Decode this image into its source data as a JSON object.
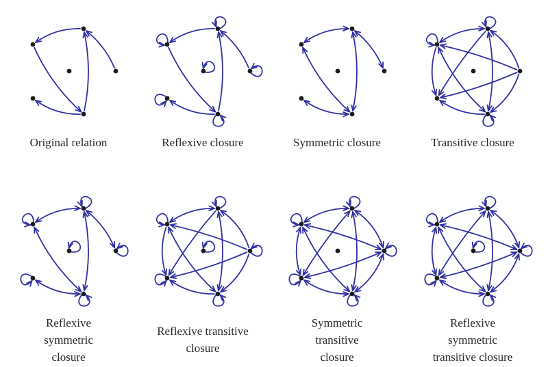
{
  "figure": {
    "edge_color": "#3030a2",
    "node_color": "#1c1a1a",
    "label_color": "#29242a",
    "nodes": [
      {
        "id": "T",
        "name": "top"
      },
      {
        "id": "UL",
        "name": "upper-left"
      },
      {
        "id": "C",
        "name": "center"
      },
      {
        "id": "R",
        "name": "right"
      },
      {
        "id": "LL",
        "name": "lower-left"
      },
      {
        "id": "B",
        "name": "bottom"
      }
    ],
    "graphs": [
      {
        "id": "original-relation",
        "label": "Original relation",
        "edges": [
          [
            "T",
            "UL",
            "s",
            13
          ],
          [
            "UL",
            "B",
            "s",
            13
          ],
          [
            "B",
            "T",
            "s",
            13
          ],
          [
            "R",
            "T",
            "s",
            10
          ],
          [
            "B",
            "LL",
            "s",
            13
          ]
        ],
        "loops": []
      },
      {
        "id": "reflexive-closure",
        "label": "Reflexive closure",
        "edges": [
          [
            "T",
            "UL",
            "s",
            13
          ],
          [
            "UL",
            "B",
            "s",
            13
          ],
          [
            "B",
            "T",
            "s",
            13
          ],
          [
            "R",
            "T",
            "s",
            10
          ],
          [
            "B",
            "LL",
            "s",
            13
          ]
        ],
        "loops": [
          "T",
          "UL",
          "C",
          "R",
          "LL",
          "B"
        ]
      },
      {
        "id": "symmetric-closure",
        "label": "Symmetric closure",
        "edges": [
          [
            "T",
            "UL",
            "d",
            13
          ],
          [
            "UL",
            "B",
            "d",
            13
          ],
          [
            "B",
            "T",
            "d",
            13
          ],
          [
            "R",
            "T",
            "d",
            10
          ],
          [
            "B",
            "LL",
            "d",
            13
          ]
        ],
        "loops": []
      },
      {
        "id": "transitive-closure",
        "label": "Transitive closure",
        "edges": [
          [
            "T",
            "UL",
            "d",
            13
          ],
          [
            "UL",
            "B",
            "d",
            13
          ],
          [
            "B",
            "T",
            "d",
            13
          ],
          [
            "R",
            "T",
            "s",
            13
          ],
          [
            "R",
            "UL",
            "s",
            6
          ],
          [
            "R",
            "B",
            "s",
            13
          ],
          [
            "R",
            "LL",
            "s",
            6
          ],
          [
            "T",
            "LL",
            "s",
            6
          ],
          [
            "UL",
            "LL",
            "s",
            13
          ],
          [
            "B",
            "LL",
            "s",
            13
          ]
        ],
        "loops": [
          "T",
          "UL",
          "B"
        ]
      },
      {
        "id": "reflexive-symmetric-closure",
        "label": "Reflexive\nsymmetric\nclosure",
        "edges": [
          [
            "T",
            "UL",
            "d",
            13
          ],
          [
            "UL",
            "B",
            "d",
            13
          ],
          [
            "B",
            "T",
            "d",
            13
          ],
          [
            "R",
            "T",
            "d",
            10
          ],
          [
            "B",
            "LL",
            "d",
            13
          ]
        ],
        "loops": [
          "T",
          "UL",
          "C",
          "R",
          "LL",
          "B"
        ]
      },
      {
        "id": "reflexive-transitive-closure",
        "label": "Reflexive transitive\nclosure",
        "edges": [
          [
            "T",
            "UL",
            "d",
            13
          ],
          [
            "UL",
            "B",
            "d",
            13
          ],
          [
            "B",
            "T",
            "d",
            13
          ],
          [
            "R",
            "T",
            "s",
            13
          ],
          [
            "R",
            "UL",
            "s",
            6
          ],
          [
            "R",
            "B",
            "s",
            13
          ],
          [
            "R",
            "LL",
            "s",
            6
          ],
          [
            "T",
            "LL",
            "s",
            6
          ],
          [
            "UL",
            "LL",
            "s",
            13
          ],
          [
            "B",
            "LL",
            "s",
            13
          ]
        ],
        "loops": [
          "T",
          "UL",
          "C",
          "R",
          "LL",
          "B"
        ]
      },
      {
        "id": "symmetric-transitive-closure",
        "label": "Symmetric\ntransitive\nclosure",
        "edges": [
          [
            "T",
            "UL",
            "d",
            13
          ],
          [
            "UL",
            "LL",
            "d",
            13
          ],
          [
            "LL",
            "B",
            "d",
            13
          ],
          [
            "B",
            "R",
            "d",
            13
          ],
          [
            "R",
            "T",
            "d",
            13
          ],
          [
            "T",
            "B",
            "d",
            13
          ],
          [
            "UL",
            "B",
            "d",
            13
          ],
          [
            "T",
            "LL",
            "d",
            6
          ],
          [
            "UL",
            "R",
            "d",
            6
          ],
          [
            "LL",
            "R",
            "d",
            6
          ]
        ],
        "loops": [
          "T",
          "UL",
          "R",
          "LL",
          "B"
        ]
      },
      {
        "id": "reflexive-symmetric-transitive-closure",
        "label": "Reflexive\nsymmetric\ntransitive closure",
        "edges": [
          [
            "T",
            "UL",
            "d",
            13
          ],
          [
            "UL",
            "LL",
            "d",
            13
          ],
          [
            "LL",
            "B",
            "d",
            13
          ],
          [
            "B",
            "R",
            "d",
            13
          ],
          [
            "R",
            "T",
            "d",
            13
          ],
          [
            "T",
            "B",
            "d",
            13
          ],
          [
            "UL",
            "B",
            "d",
            13
          ],
          [
            "T",
            "LL",
            "d",
            6
          ],
          [
            "UL",
            "R",
            "d",
            6
          ],
          [
            "LL",
            "R",
            "d",
            6
          ]
        ],
        "loops": [
          "T",
          "UL",
          "C",
          "R",
          "LL",
          "B"
        ]
      }
    ]
  }
}
